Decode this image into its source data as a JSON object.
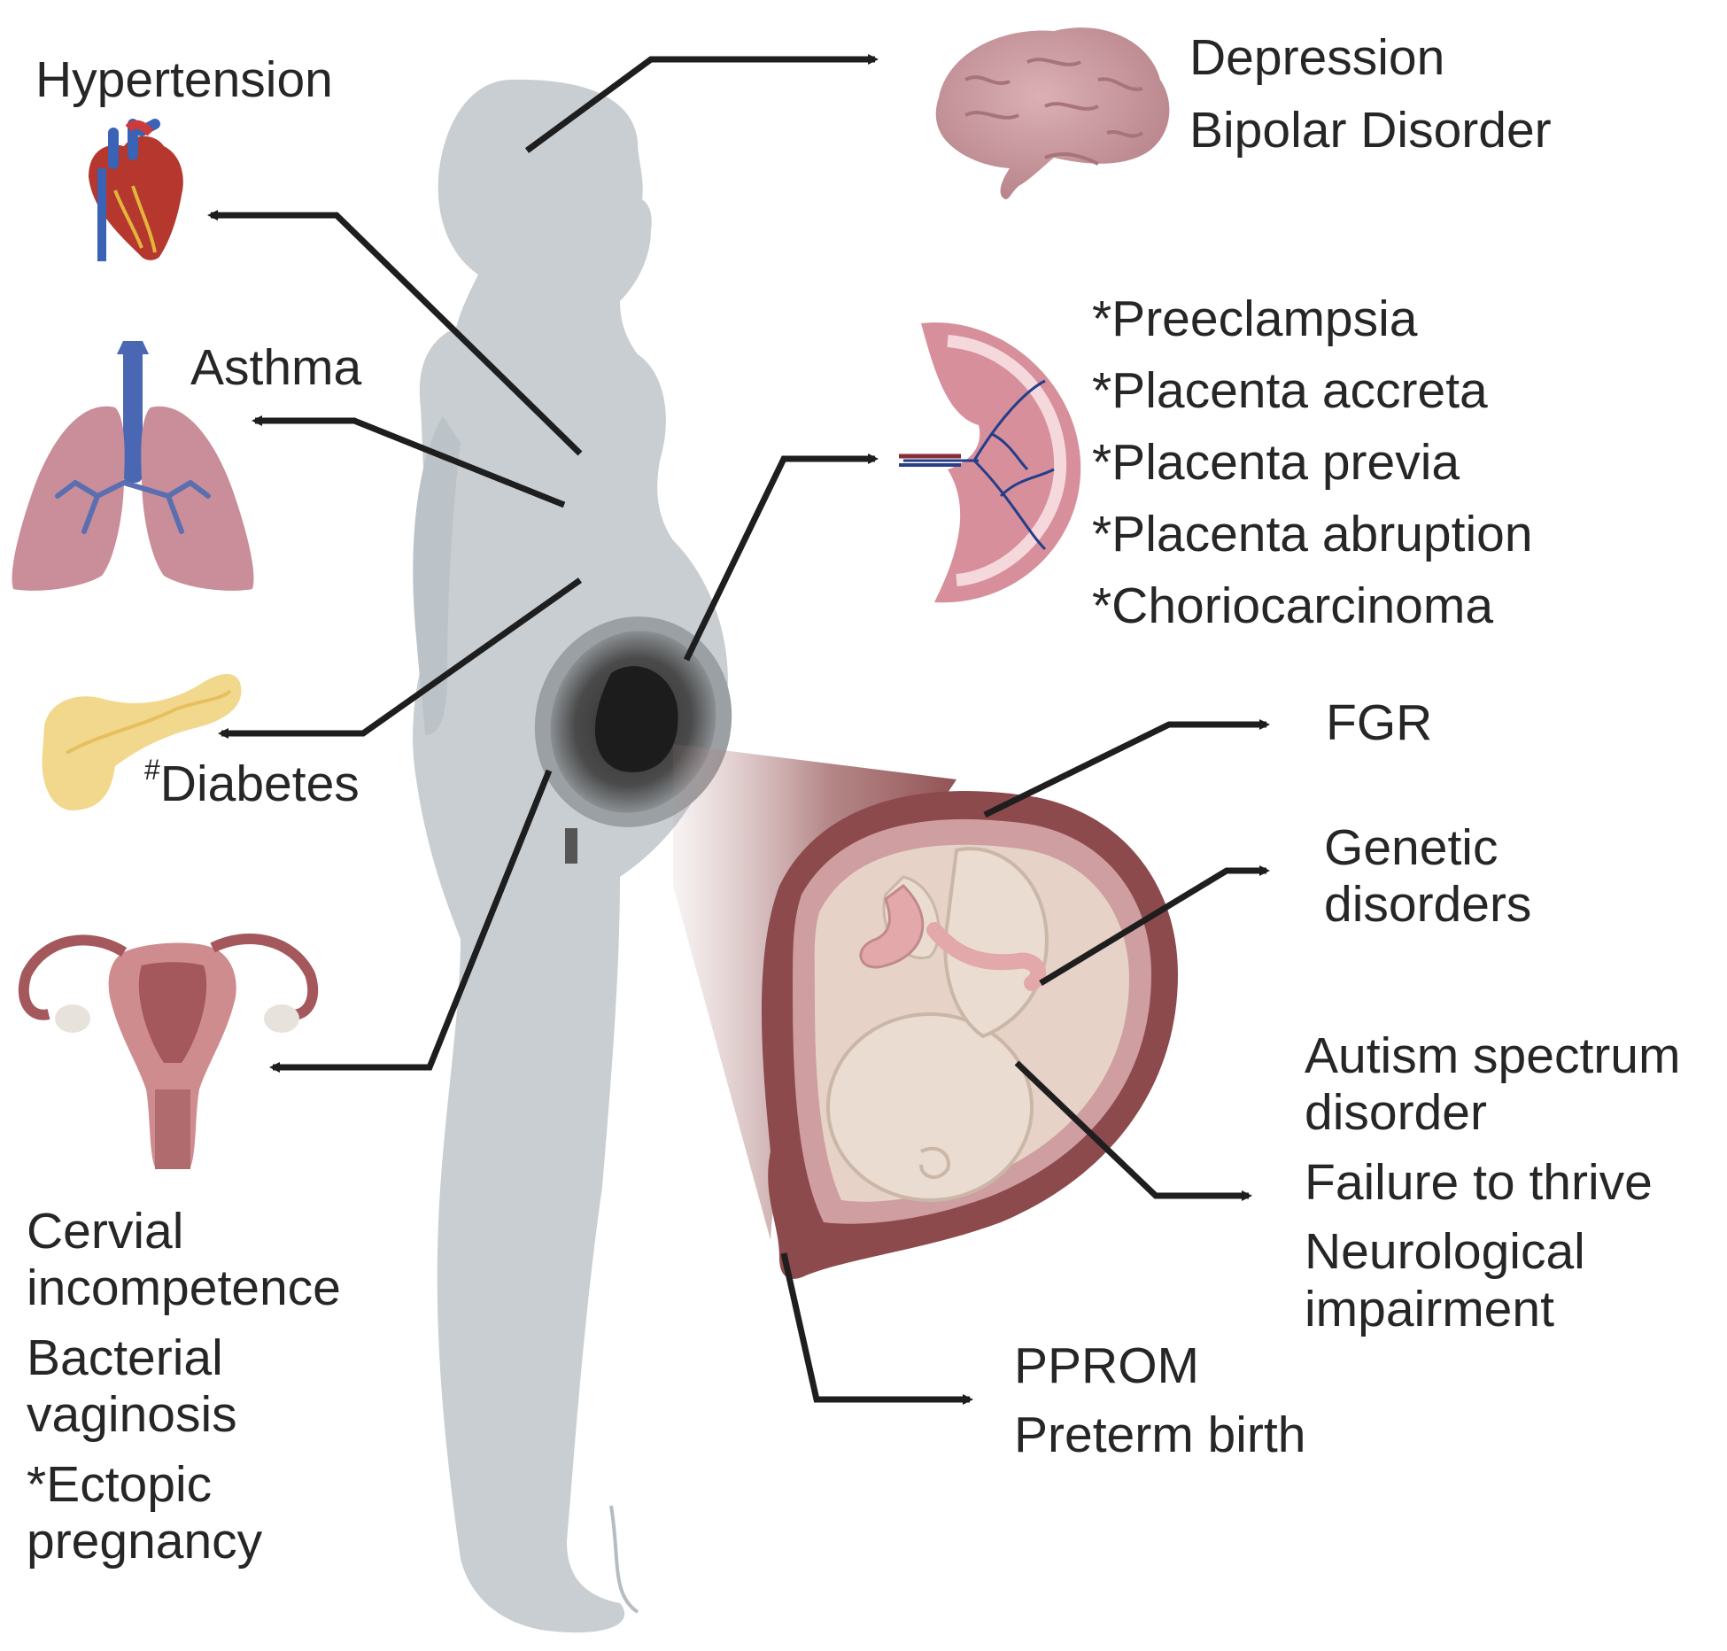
{
  "labels": {
    "hypertension": "Hypertension",
    "asthma": "Asthma",
    "diabetes_mark": "#",
    "diabetes": "Diabetes",
    "depression": "Depression",
    "bipolar": "Bipolar Disorder",
    "placental": [
      "*Preeclampsia",
      "*Placenta accreta",
      "*Placenta previa",
      "*Placenta abruption",
      "*Choriocarcinoma"
    ],
    "fgr": "FGR",
    "genetic": [
      "Genetic",
      "disorders"
    ],
    "neuro": [
      "Autism spectrum",
      "disorder",
      "Failure to thrive",
      "Neurological",
      "impairment"
    ],
    "pprom": [
      "PPROM",
      "Preterm birth"
    ],
    "cervical": [
      "Cervial",
      "incompetence",
      "Bacterial",
      "vaginosis",
      "*Ectopic",
      "pregnancy"
    ]
  },
  "colors": {
    "body": "#c8ced2",
    "arrow": "#1e1e1e",
    "brain": "#c99aa0",
    "placenta": "#d78f9b",
    "uterus_wall": "#8c4a4c",
    "fetus": "#eadcd0",
    "heart": "#b5372e",
    "lung": "#c98e99",
    "pancreas": "#f2d88c",
    "text": "#262626"
  },
  "icons": [
    "heart-icon",
    "lungs-icon",
    "pancreas-icon",
    "uterus-icon",
    "brain-icon",
    "placenta-icon",
    "fetus-in-womb-icon",
    "pregnant-woman-silhouette"
  ]
}
